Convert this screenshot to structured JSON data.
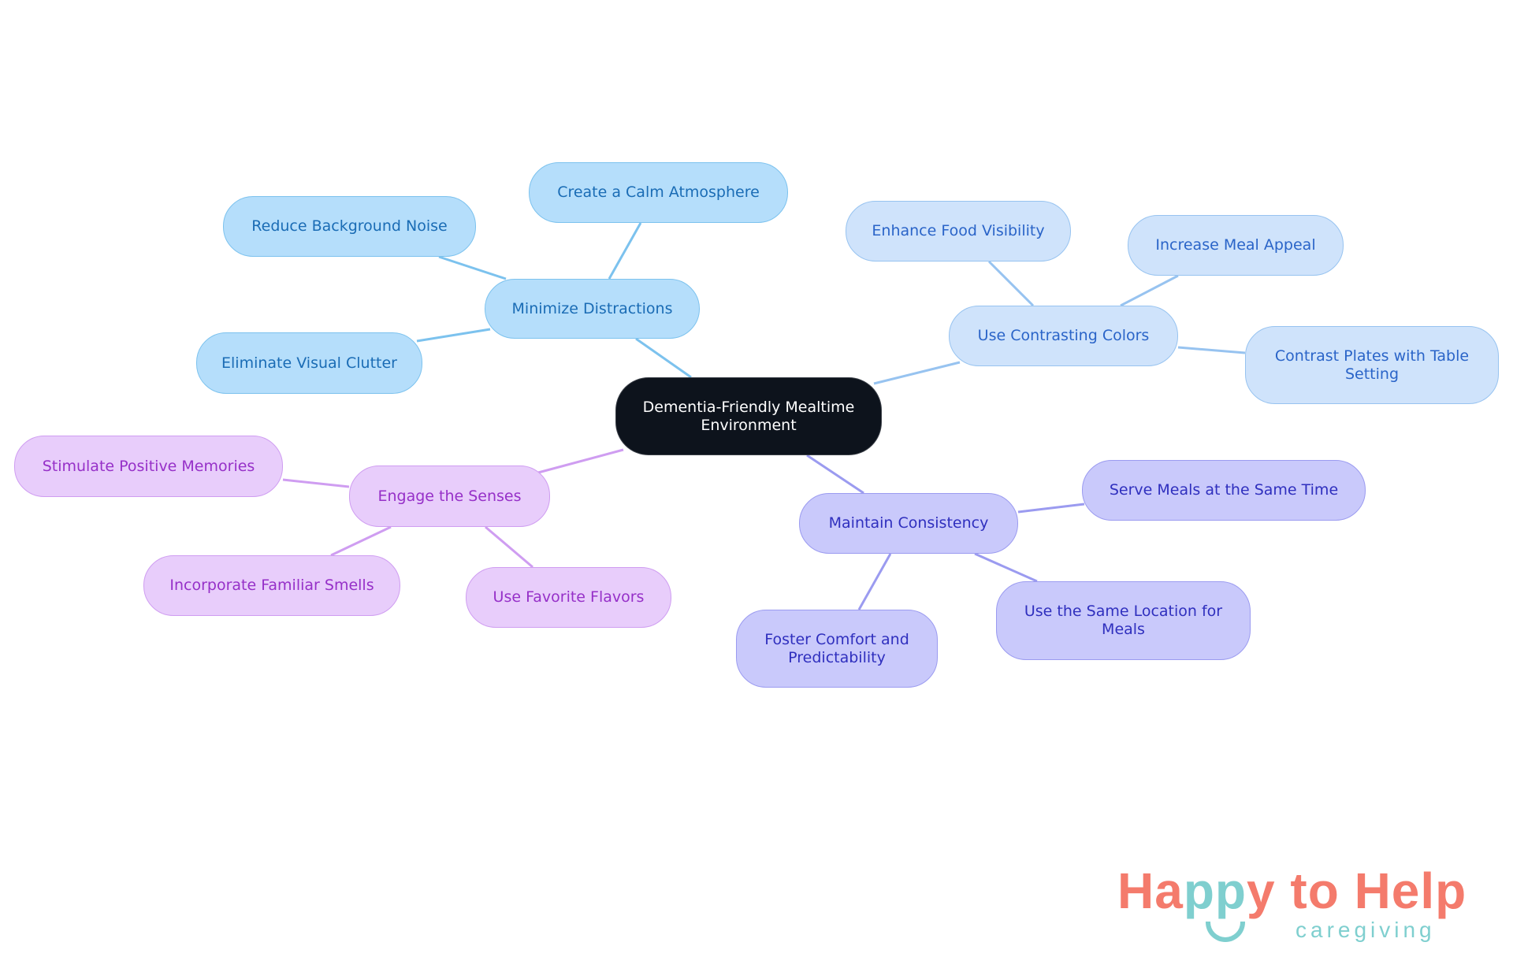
{
  "nodes": {
    "root": {
      "label": "Dementia-Friendly Mealtime Environment",
      "group": "root"
    },
    "minimize": {
      "label": "Minimize Distractions",
      "group": "blue"
    },
    "calm": {
      "label": "Create a Calm Atmosphere",
      "group": "blue"
    },
    "noise": {
      "label": "Reduce Background Noise",
      "group": "blue"
    },
    "clutter": {
      "label": "Eliminate Visual Clutter",
      "group": "blue"
    },
    "contrast": {
      "label": "Use Contrasting Colors",
      "group": "lblue"
    },
    "visibility": {
      "label": "Enhance Food Visibility",
      "group": "lblue"
    },
    "appeal": {
      "label": "Increase Meal Appeal",
      "group": "lblue"
    },
    "plates": {
      "label": "Contrast Plates with Table Setting",
      "group": "lblue"
    },
    "senses": {
      "label": "Engage the Senses",
      "group": "purple"
    },
    "memories": {
      "label": "Stimulate Positive Memories",
      "group": "purple"
    },
    "smells": {
      "label": "Incorporate Familiar Smells",
      "group": "purple"
    },
    "flavors": {
      "label": "Use Favorite Flavors",
      "group": "purple"
    },
    "consistency": {
      "label": "Maintain Consistency",
      "group": "indigo"
    },
    "sametime": {
      "label": "Serve Meals at the Same Time",
      "group": "indigo"
    },
    "location": {
      "label": "Use the Same Location for Meals",
      "group": "indigo"
    },
    "comfort": {
      "label": "Foster Comfort and Predictability",
      "group": "indigo"
    }
  },
  "edges": [
    [
      "root",
      "minimize"
    ],
    [
      "minimize",
      "calm"
    ],
    [
      "minimize",
      "noise"
    ],
    [
      "minimize",
      "clutter"
    ],
    [
      "root",
      "contrast"
    ],
    [
      "contrast",
      "visibility"
    ],
    [
      "contrast",
      "appeal"
    ],
    [
      "contrast",
      "plates"
    ],
    [
      "root",
      "senses"
    ],
    [
      "senses",
      "memories"
    ],
    [
      "senses",
      "smells"
    ],
    [
      "senses",
      "flavors"
    ],
    [
      "root",
      "consistency"
    ],
    [
      "consistency",
      "sametime"
    ],
    [
      "consistency",
      "location"
    ],
    [
      "consistency",
      "comfort"
    ]
  ],
  "colors": {
    "blue": "#7cc2ee",
    "lblue": "#97c3f0",
    "purple": "#cf9df1",
    "indigo": "#9b9bf0",
    "root": "#0d131c"
  },
  "logo": {
    "brand": "Happy to Help",
    "tagline": "caregiving",
    "coral": "#f47b6c",
    "teal": "#7fcfcf"
  }
}
